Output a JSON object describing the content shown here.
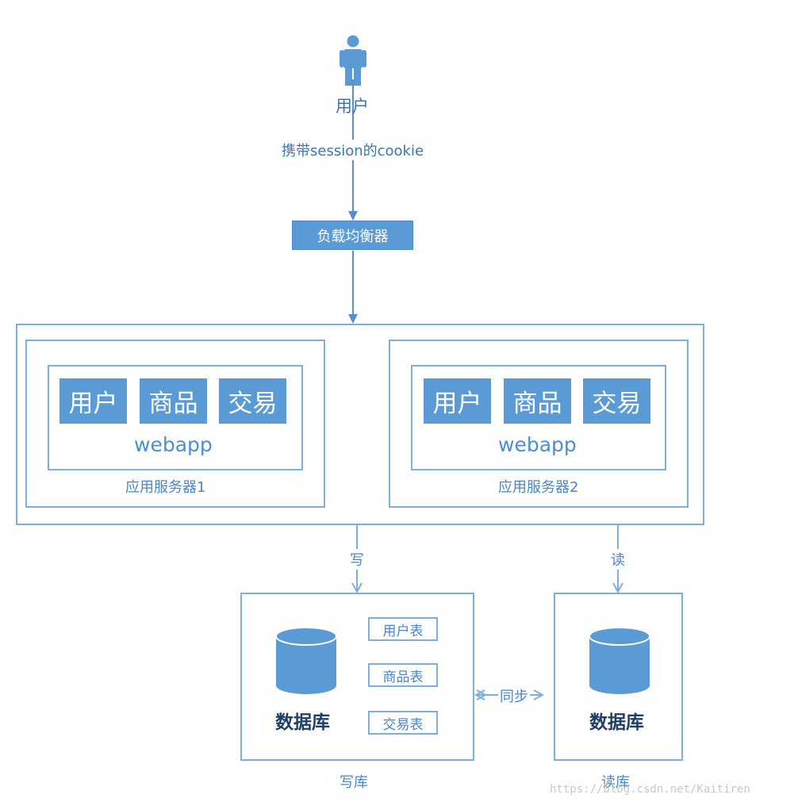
{
  "user": {
    "label": "用户"
  },
  "request_label": "携带session的cookie",
  "load_balancer": {
    "label": "负载均衡器"
  },
  "servers": [
    {
      "modules": [
        "用户",
        "商品",
        "交易"
      ],
      "webapp": "webapp",
      "caption": "应用服务器1"
    },
    {
      "modules": [
        "用户",
        "商品",
        "交易"
      ],
      "webapp": "webapp",
      "caption": "应用服务器2"
    }
  ],
  "edges": {
    "write": "写",
    "read": "读",
    "sync": "同步"
  },
  "write_db": {
    "label": "数据库",
    "tables": [
      "用户表",
      "商品表",
      "交易表"
    ],
    "caption": "写库"
  },
  "read_db": {
    "label": "数据库",
    "caption": "读库"
  },
  "watermark": "https://blog.csdn.net/Kaitiren",
  "colors": {
    "accent": "#5b9bd5",
    "border": "#7eaee0",
    "text": "#4a86c8"
  }
}
